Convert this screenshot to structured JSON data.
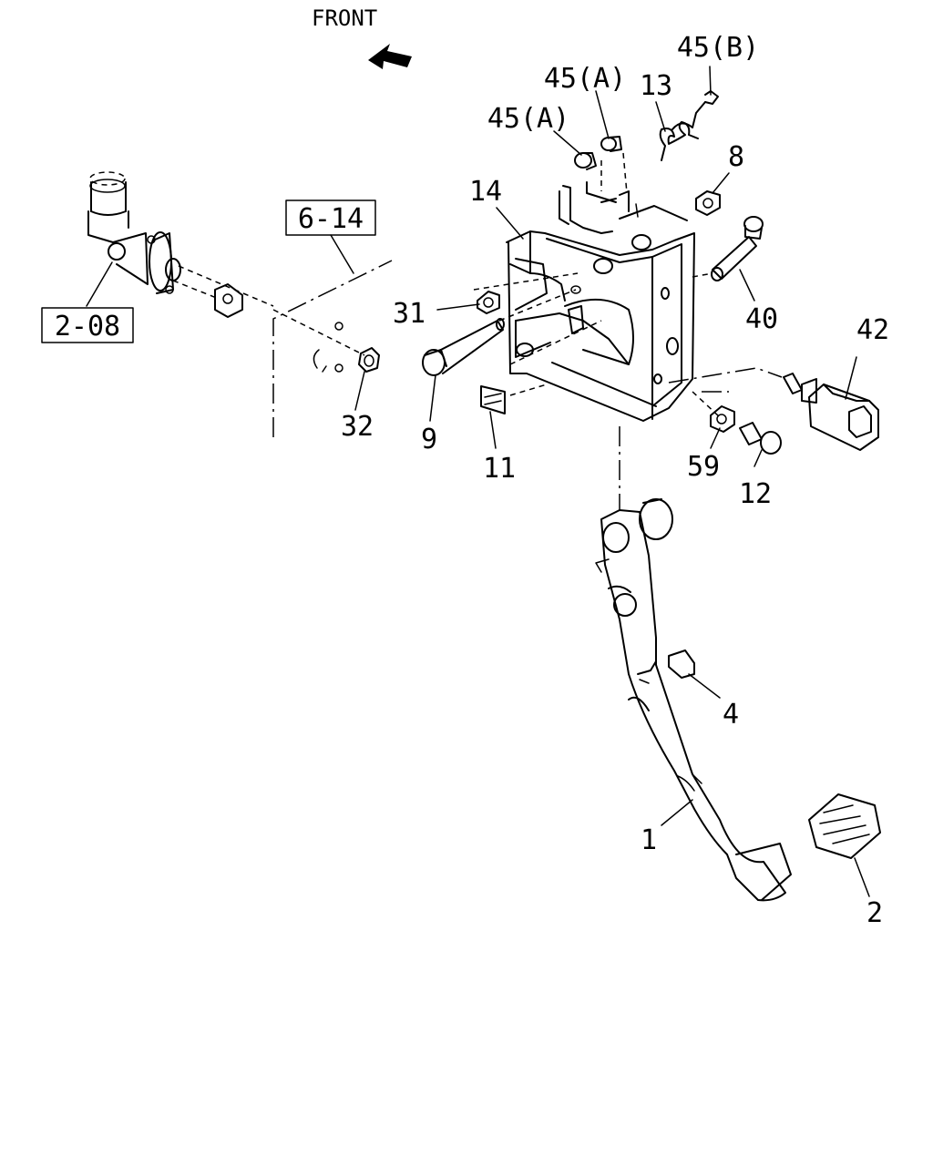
{
  "front_label": "FRONT",
  "ref_boxes": [
    "6-14",
    "2-08"
  ],
  "callouts": [
    "45(B)",
    "45(A)",
    "13",
    "45(A)",
    "8",
    "14",
    "31",
    "40",
    "42",
    "9",
    "32",
    "11",
    "59",
    "12",
    "4",
    "1",
    "2"
  ],
  "icon": "front-direction-arrow-icon"
}
